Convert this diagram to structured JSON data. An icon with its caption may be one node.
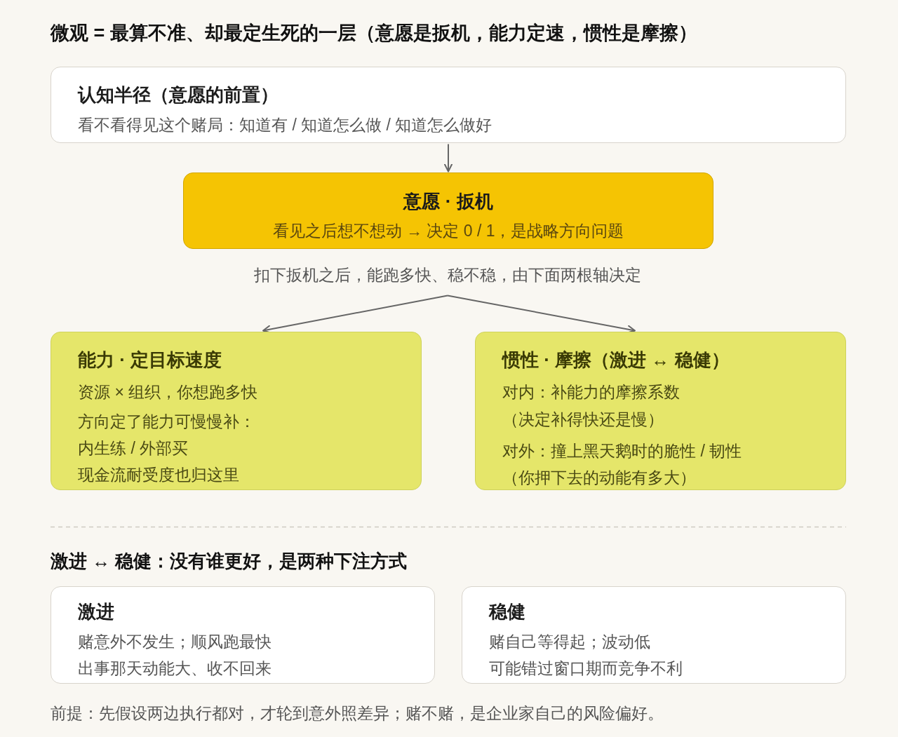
{
  "diagram": {
    "title": "微观 = 最算不准、却最定生死的一层（意愿是扳机，能力定速，惯性是摩擦）",
    "nodes": [
      {
        "text": [
          "认知半径（意愿的前置）",
          "看不看得见这个赌局：知道有 / 知道怎么做 / 知道怎么做好"
        ]
      },
      {
        "text": [
          "意愿 · 扳机",
          "看见之后想不想动 → 决定 0 / 1，是战略方向问题"
        ]
      },
      {
        "text": [
          "扣下扳机之后，能跑多快、稳不稳，由下面两根轴决定"
        ]
      },
      {
        "text": [
          "能力 · 定目标速度",
          "资源 × 组织，你想跑多快",
          "方向定了能力可慢慢补：",
          "内生练 / 外部买",
          "现金流耐受度也归这里"
        ]
      },
      {
        "text": [
          "惯性 · 摩擦（激进 ↔ 稳健）",
          "对内：补能力的摩擦系数",
          "（决定补得快还是慢）",
          "对外：撞上黑天鹅时的脆性 / 韧性",
          "（你押下去的动能有多大）"
        ]
      },
      {
        "text": [
          "激进",
          "赌意外不发生；顺风跑最快",
          "出事那天动能大、收不回来"
        ]
      },
      {
        "text": [
          "稳健",
          "赌自己等得起；波动低",
          "可能错过窗口期而竞争不利"
        ]
      }
    ],
    "edges": [
      {
        "from": 0,
        "to": 1,
        "arrow": "to"
      },
      {
        "from": 2,
        "to": 3,
        "arrow": "to"
      },
      {
        "from": 2,
        "to": 4,
        "arrow": "to"
      }
    ],
    "labels": [
      "激进 ↔ 稳健：没有谁更好，是两种下注方式"
    ],
    "caption": "前提：先假设两边执行都对，才轮到意外照差异；赌不赌，是企业家自己的风险偏好。"
  }
}
